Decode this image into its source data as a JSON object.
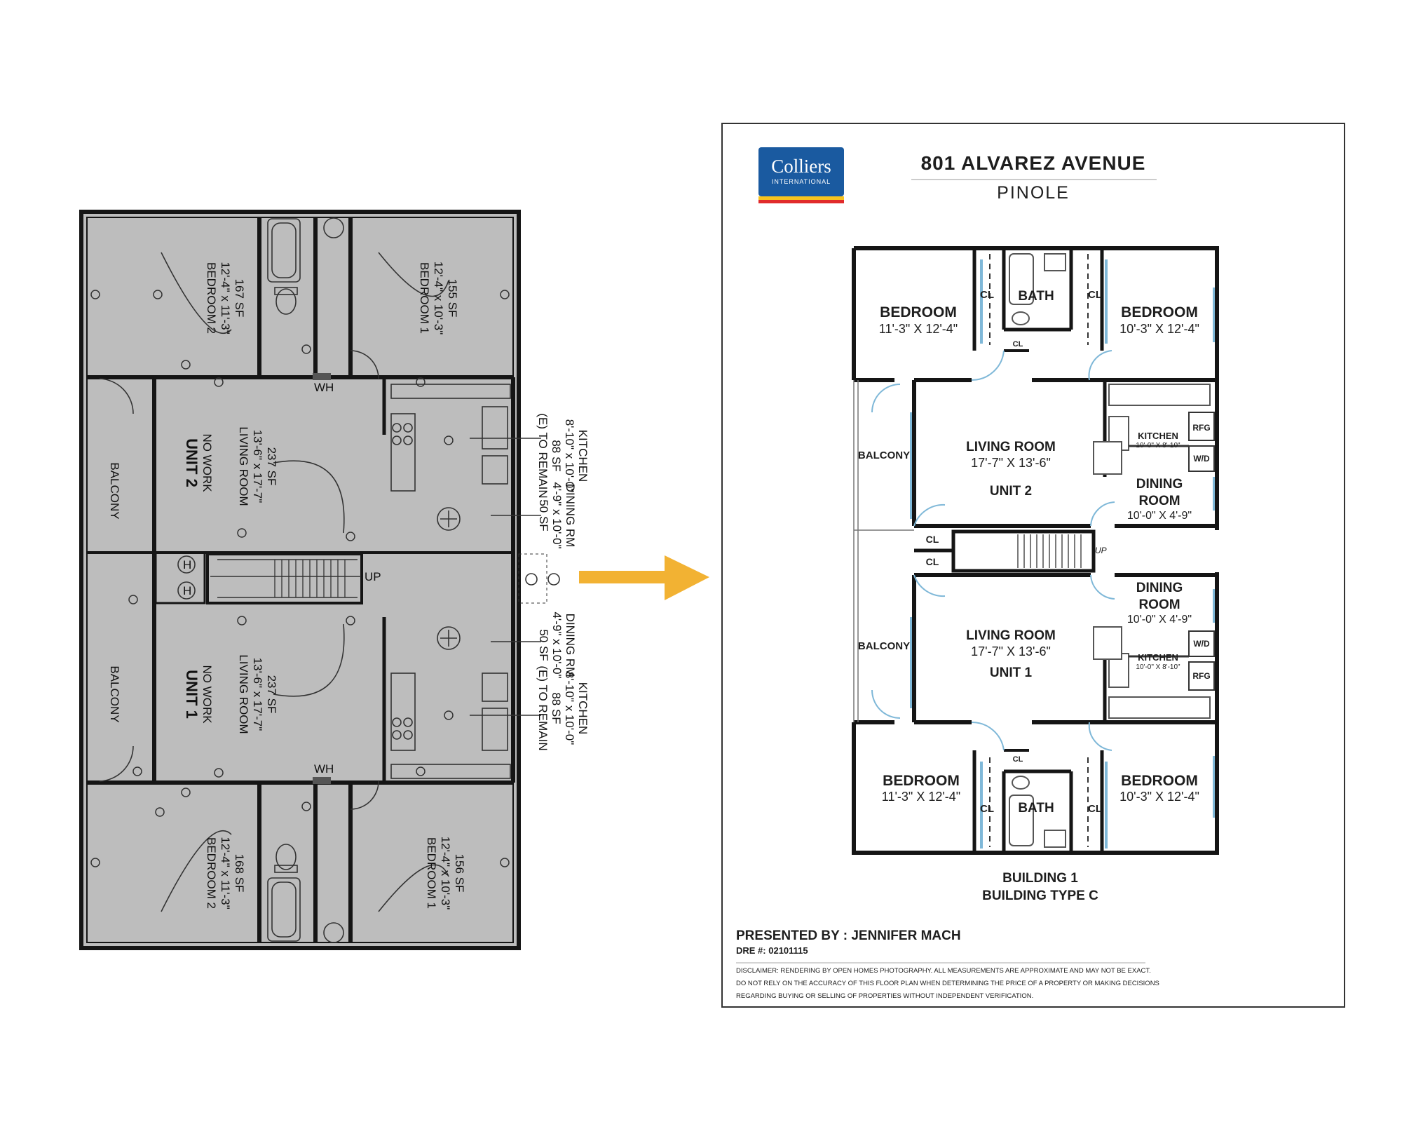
{
  "colors": {
    "cad_fill": "#bdbdbd",
    "cad_line": "#333333",
    "arrow": "#f2b233",
    "wall": "#151515",
    "window": "#7fb8d8",
    "colliers_blue": "#1a5aa0",
    "stripe_red": "#e12b2b",
    "stripe_yellow": "#f7c31e"
  },
  "icons": [
    "right-arrow-icon",
    "stair-icon",
    "door-swing-icon",
    "bathtub-icon",
    "toilet-icon",
    "sink-icon",
    "stove-icon",
    "ceiling-fan-icon",
    "water-heater-icon",
    "outlet-icon",
    "light-fixture-icon"
  ],
  "cad": {
    "unit2": {
      "bedroom2": {
        "name": "BEDROOM 2",
        "dims": "12'-4\" x 11'-3\"",
        "area": "167 SF"
      },
      "bedroom1": {
        "name": "BEDROOM 1",
        "dims": "12'-4\" x 10'-3\"",
        "area": "155 SF"
      },
      "living": {
        "name": "LIVING ROOM",
        "dims": "13'-6\" x 17'-7\"",
        "area": "237 SF"
      },
      "unit": {
        "name": "UNIT 2",
        "note": "NO WORK"
      },
      "balcony": "BALCONY",
      "kitchen": {
        "name": "KITCHEN",
        "dims": "8'-10\" x 10'-0\"",
        "area": "88 SF",
        "note": "(E) TO REMAIN"
      },
      "dining": {
        "name": "DINING RM",
        "dims": "4'-9\" x 10'-0\"",
        "area": "50 SF"
      },
      "wh": "WH"
    },
    "unit1": {
      "bedroom2": {
        "name": "BEDROOM 2",
        "dims": "12'-4\" x 11'-3\"",
        "area": "168 SF"
      },
      "bedroom1": {
        "name": "BEDROOM 1",
        "dims": "12'-4\" x 10'-3\"",
        "area": "156 SF"
      },
      "living": {
        "name": "LIVING ROOM",
        "dims": "13'-6\" x 17'-7\"",
        "area": "237 SF"
      },
      "unit": {
        "name": "UNIT 1",
        "note": "NO WORK"
      },
      "balcony": "BALCONY",
      "kitchen": {
        "name": "KITCHEN",
        "dims": "8'-10\" x 10'-0\"",
        "area": "88 SF",
        "note": "(E) TO REMAIN"
      },
      "dining": {
        "name": "DINING RM",
        "dims": "4'-9\" x 10'-0\"",
        "area": "50 SF"
      },
      "wh": "WH"
    },
    "stair_up": "UP",
    "h": "H"
  },
  "card": {
    "logo_text": "Colliers",
    "logo_sub": "INTERNATIONAL",
    "address": "801 ALVAREZ AVENUE",
    "city": "PINOLE",
    "building": "BUILDING 1",
    "building_type": "BUILDING TYPE C",
    "presented_by": "PRESENTED BY : JENNIFER MACH",
    "dre": "DRE #: 02101115",
    "disclaimer": [
      "DISCLAIMER: RENDERING BY OPEN HOMES PHOTOGRAPHY. ALL MEASUREMENTS ARE APPROXIMATE AND MAY NOT BE EXACT.",
      "DO NOT RELY ON THE ACCURACY OF THIS FLOOR PLAN WHEN DETERMINING THE PRICE OF A PROPERTY OR MAKING DECISIONS",
      "REGARDING BUYING OR SELLING OF PROPERTIES WITHOUT INDEPENDENT VERIFICATION."
    ],
    "unit2": {
      "bed_left": {
        "name": "BEDROOM",
        "dims": "11'-3\" X 12'-4\""
      },
      "bed_right": {
        "name": "BEDROOM",
        "dims": "10'-3\" X 12'-4\""
      },
      "bath": "BATH",
      "cl": "CL",
      "living": {
        "name": "LIVING ROOM",
        "dims": "17'-7\" X 13'-6\""
      },
      "unit": "UNIT 2",
      "balcony": "BALCONY",
      "kitchen": {
        "name": "KITCHEN",
        "dims": "10'-0\" X 8'-10\""
      },
      "dining": {
        "name1": "DINING",
        "name2": "ROOM",
        "dims": "10'-0\" X 4'-9\""
      },
      "rfg": "RFG",
      "wd": "W/D"
    },
    "unit1": {
      "bed_left": {
        "name": "BEDROOM",
        "dims": "11'-3\" X 12'-4\""
      },
      "bed_right": {
        "name": "BEDROOM",
        "dims": "10'-3\" X 12'-4\""
      },
      "bath": "BATH",
      "cl": "CL",
      "living": {
        "name": "LIVING ROOM",
        "dims": "17'-7\" X 13'-6\""
      },
      "unit": "UNIT 1",
      "balcony": "BALCONY",
      "kitchen": {
        "name": "KITCHEN",
        "dims": "10'-0\" X 8'-10\""
      },
      "dining": {
        "name1": "DINING",
        "name2": "ROOM",
        "dims": "10'-0\" X 4'-9\""
      },
      "rfg": "RFG",
      "wd": "W/D"
    },
    "stair_up": "UP"
  }
}
